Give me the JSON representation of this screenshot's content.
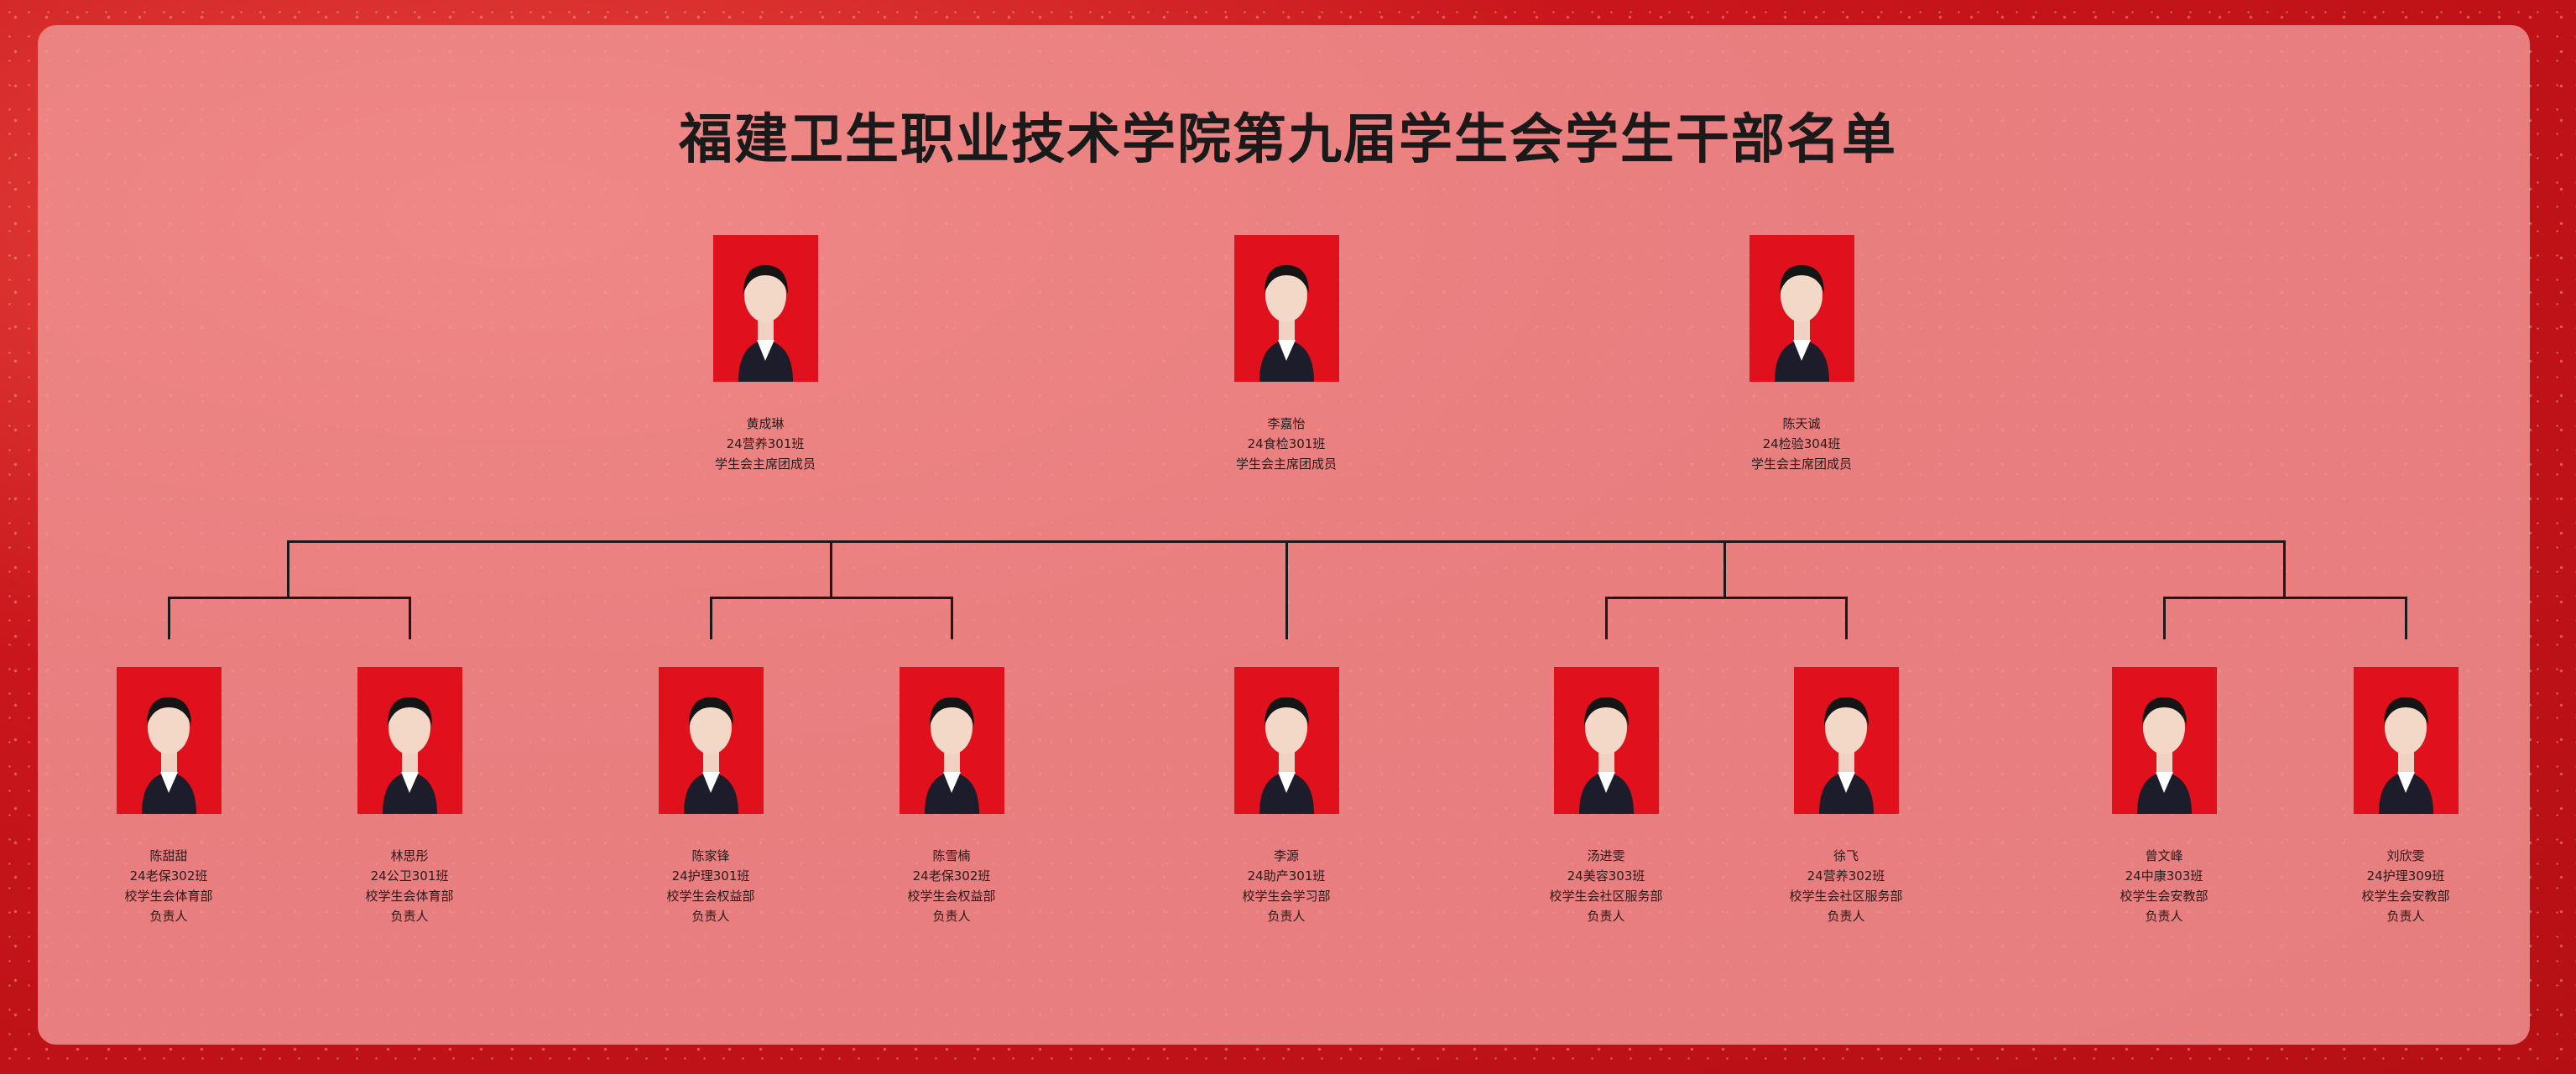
{
  "title": "福建卫生职业技术学院第九届学生会学生干部名单",
  "presidium": [
    {
      "name": "黄成琳",
      "class": "24营养301班",
      "role": "学生会主席团成员"
    },
    {
      "name": "李嘉怡",
      "class": "24食检301班",
      "role": "学生会主席团成员"
    },
    {
      "name": "陈天诚",
      "class": "24检验304班",
      "role": "学生会主席团成员"
    }
  ],
  "heads": [
    {
      "name": "陈甜甜",
      "class": "24老保302班",
      "dept": "校学生会体育部",
      "role": "负责人"
    },
    {
      "name": "林思彤",
      "class": "24公卫301班",
      "dept": "校学生会体育部",
      "role": "负责人"
    },
    {
      "name": "陈家锋",
      "class": "24护理301班",
      "dept": "校学生会权益部",
      "role": "负责人"
    },
    {
      "name": "陈雪楠",
      "class": "24老保302班",
      "dept": "校学生会权益部",
      "role": "负责人"
    },
    {
      "name": "李源",
      "class": "24助产301班",
      "dept": "校学生会学习部",
      "role": "负责人"
    },
    {
      "name": "汤进雯",
      "class": "24美容303班",
      "dept": "校学生会社区服务部",
      "role": "负责人"
    },
    {
      "name": "徐飞",
      "class": "24营养302班",
      "dept": "校学生会社区服务部",
      "role": "负责人"
    },
    {
      "name": "曾文峰",
      "class": "24中康303班",
      "dept": "校学生会安教部",
      "role": "负责人"
    },
    {
      "name": "刘欣雯",
      "class": "24护理309班",
      "dept": "校学生会安教部",
      "role": "负责人"
    }
  ]
}
